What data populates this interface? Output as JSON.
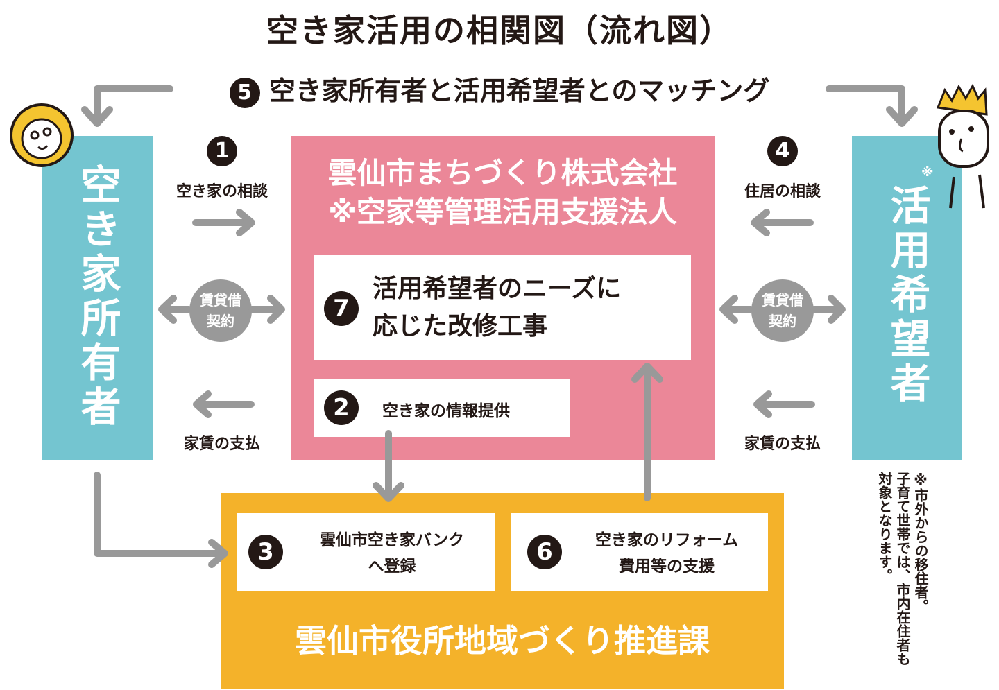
{
  "title": "空き家活用の相関図（流れ図）",
  "matching": {
    "num": "5",
    "text": "空き家所有者と活用希望者とのマッチング"
  },
  "owner": {
    "label": "空き家所有者"
  },
  "applicant": {
    "label": "活用希望者",
    "mark": "※"
  },
  "company": {
    "name": "雲仙市まちづくり株式会社",
    "sub": "※空家等管理活用支援法人"
  },
  "step1": {
    "num": "1",
    "label": "空き家の相談"
  },
  "step4": {
    "num": "4",
    "label": "住居の相談"
  },
  "contract": {
    "line1": "賃貸借",
    "line2": "契約"
  },
  "rent": {
    "label": "家賃の支払"
  },
  "step7": {
    "num": "7",
    "line1": "活用希望者のニーズに",
    "line2": "応じた改修工事"
  },
  "step2": {
    "num": "2",
    "label": "空き家の情報提供"
  },
  "city": {
    "name": "雲仙市役所地域づくり推進課"
  },
  "step3": {
    "num": "3",
    "line1": "雲仙市空き家バンク",
    "line2": "へ登録"
  },
  "step6": {
    "num": "6",
    "line1": "空き家のリフォーム",
    "line2": "費用等の支援"
  },
  "note": {
    "line1": "※市外からの移住者。",
    "line2": "子育て世帯では、市内在住者も",
    "line3": "対象となります。"
  },
  "colors": {
    "blue": "#74c5d0",
    "pink": "#eb8798",
    "orange": "#f4b22a",
    "gray": "#999999",
    "dark": "#231815"
  },
  "icons": [
    "owner-avatar-icon",
    "applicant-avatar-icon",
    "arrow-icon"
  ]
}
